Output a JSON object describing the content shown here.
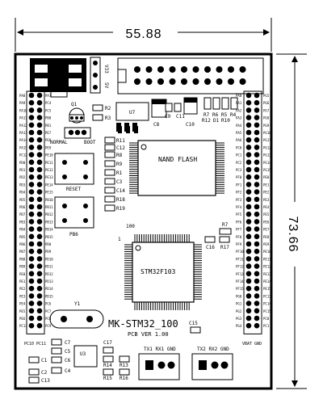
{
  "dimensions": {
    "width": "55.88",
    "height": "73.66"
  },
  "board": {
    "name": "MK-STM32_100",
    "pcb_version": "PCB VER 1.00"
  },
  "power": {
    "v33": "V33",
    "v5": "5V"
  },
  "chips": {
    "nand": "NAND FLASH",
    "mcu": "STM32F103",
    "u7": "U7",
    "u3": "U3",
    "q1": "Q1",
    "y1": "Y1",
    "pin1": "1",
    "pin100": "100"
  },
  "buttons": {
    "reset": "RESET",
    "pb6": "PB6",
    "normal": "NORMAL",
    "boot": "BOOT"
  },
  "connectors": {
    "uart1": "TX1 RX1 GND",
    "uart2": "TX2 RX2 GND",
    "left_bottom": "PC10 PC11",
    "right_bottom": "VBAT GND"
  },
  "components": {
    "r2": "R2",
    "r3": "R3",
    "c8": "C8",
    "c9": "C9",
    "c11": "C11",
    "c10": "C10",
    "r7": "R7",
    "r6": "R6",
    "r5": "R5",
    "r4": "R4",
    "r12": "R12",
    "d1": "D1",
    "r10": "R10",
    "r11": "R11",
    "c12": "C12",
    "r8": "R8",
    "r9": "R9",
    "r1": "R1",
    "c3": "C3",
    "c14": "C14",
    "r18": "R18",
    "r19": "R19",
    "r17": "R17",
    "c16": "C16",
    "c15": "C15",
    "c7": "C7",
    "c5": "C5",
    "c6": "C6",
    "c4": "C4",
    "c1": "C1",
    "c2": "C2",
    "c13": "C13",
    "c17": "C17",
    "r14": "R14",
    "r13": "R13",
    "r15": "R15",
    "r16": "R16"
  },
  "headers": {
    "left_a": [
      "PA8",
      "PA9",
      "PA10",
      "PA11",
      "PA12",
      "PA13",
      "PA14",
      "PA15",
      "PC12",
      "PD0",
      "PD1",
      "PD2",
      "PD3",
      "PD4",
      "PD5",
      "PD6",
      "PD7",
      "PB3",
      "PB4",
      "PB5",
      "PB6",
      "PB7",
      "PB8",
      "PB9",
      "PE0",
      "PE1",
      "PE2",
      "PE3",
      "PE4",
      "PE5",
      "PE6",
      "PC13"
    ],
    "left_b": [
      "PA7",
      "PC4",
      "PC5",
      "PB0",
      "PB1",
      "PE7",
      "PE8",
      "PE9",
      "PE10",
      "PE11",
      "PE12",
      "PE13",
      "PE14",
      "PE15",
      "PB10",
      "PB11",
      "PB12",
      "PB13",
      "PB14",
      "PB15",
      "PD8",
      "PD9",
      "PD10",
      "PD11",
      "PD12",
      "PD13",
      "PD14",
      "PD15",
      "PC6",
      "PC7",
      "PC8",
      "PC9"
    ],
    "right_a": [
      "PA0",
      "PA1",
      "PA2",
      "PA3",
      "PA4",
      "PA5",
      "PA6",
      "PC0",
      "PC1",
      "PC2",
      "PC3",
      "PF0",
      "PF1",
      "PF2",
      "PF3",
      "PF4",
      "PF5",
      "PF6",
      "PF7",
      "PF8",
      "PF9",
      "PF10",
      "PF11",
      "PF12",
      "PF13",
      "PF14",
      "PF15",
      "PG0",
      "PG1",
      "PG2",
      "PG3",
      "PG4"
    ],
    "right_b": [
      "PG5",
      "PG6",
      "PG7",
      "PG8",
      "PG9",
      "PG10",
      "PG11",
      "PG12",
      "PG13",
      "PG14",
      "PG15",
      "PE0",
      "PE1",
      "PE2",
      "PE3",
      "PE4",
      "PE5",
      "PE6",
      "PE7",
      "PE8",
      "PE9",
      "PE10",
      "PE11",
      "PE12",
      "PE13",
      "PE14",
      "PE15",
      "PC13",
      "PC14",
      "PC15",
      "PC0",
      "PC1"
    ]
  }
}
